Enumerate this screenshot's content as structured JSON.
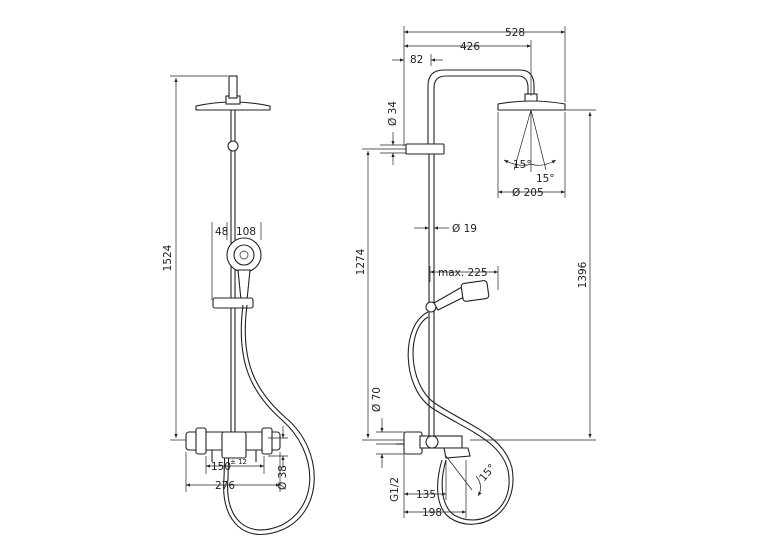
{
  "front_view": {
    "height_total": "1524",
    "offset_handshower": "48",
    "handshower_diameter": "108",
    "inlet_spacing": "150",
    "inlet_tolerance": "± 12",
    "mixer_width": "276",
    "mixer_diameter": "Ø 38"
  },
  "side_view": {
    "arm_length": "528",
    "arm_reach": "426",
    "riser_offset": "82",
    "riser_diameter": "Ø 34",
    "rail_diameter": "Ø 19",
    "head_angle_left": "15°",
    "head_angle_right": "15°",
    "head_diameter": "Ø 205",
    "holder_height": "1274",
    "head_height": "1396",
    "handshower_reach": "max. 225",
    "mixer_diameter": "Ø 70",
    "connection_thread": "G1/2",
    "spout_angle": "15°",
    "spout_reach_short": "135",
    "spout_reach_long": "198"
  }
}
